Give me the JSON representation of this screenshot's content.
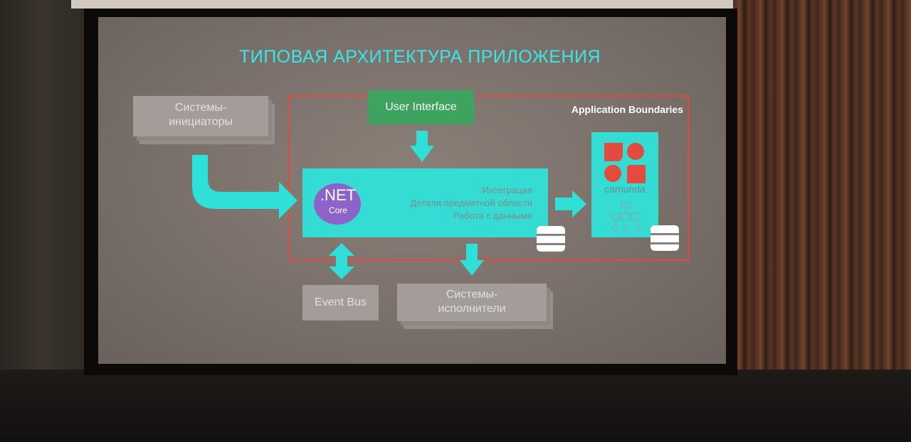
{
  "slide": {
    "title": "ТИПОВАЯ АРХИТЕКТУРА ПРИЛОЖЕНИЯ",
    "boundary_label": "Application Boundaries",
    "initiators": [
      "Системы-",
      "инициаторы"
    ],
    "user_interface": "User Interface",
    "net_logo": ".NET",
    "net_core": "Core",
    "app_lines": [
      "Интеграция",
      "Детали предметной области",
      "Работа с данными"
    ],
    "camunda": "camunda",
    "event_bus": "Event Bus",
    "executors": [
      "Системы-",
      "исполнители"
    ]
  },
  "colors": {
    "title": "#39e6ea",
    "boundary": "#e7473c",
    "app_box": "#35dcd3",
    "ui_box": "#3ea35f",
    "net_logo": "#8e63c9",
    "arrows": "#2fe0d8",
    "camunda_accent": "#e24b3d"
  },
  "icons": [
    "database-icon",
    "camunda-gears-icon",
    "flow-diagram-icon",
    "arrow-right-icon",
    "arrow-down-icon",
    "bidirectional-arrow-icon"
  ]
}
